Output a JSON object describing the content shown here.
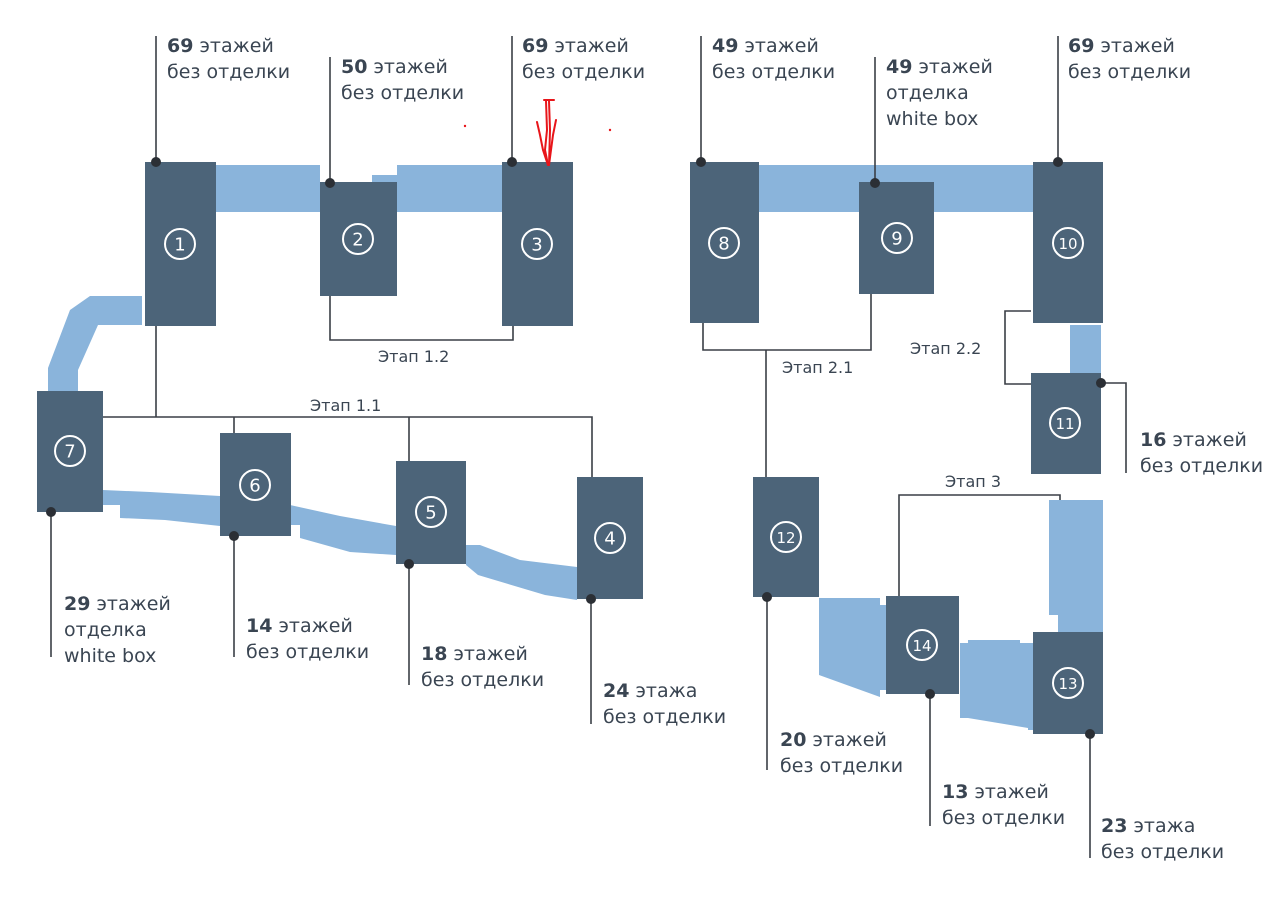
{
  "colors": {
    "building": "#4c6479",
    "walkway": "#8ab4db",
    "line": "#3a3f46",
    "text": "#3a4552",
    "annotation_red": "#e8151a"
  },
  "buildings": [
    {
      "id": "1",
      "floors": "69",
      "unit": "этажей",
      "finish": [
        "без отделки"
      ]
    },
    {
      "id": "2",
      "floors": "50",
      "unit": "этажей",
      "finish": [
        "без отделки"
      ]
    },
    {
      "id": "3",
      "floors": "69",
      "unit": "этажей",
      "finish": [
        "без отделки"
      ]
    },
    {
      "id": "4",
      "floors": "24",
      "unit": "этажа",
      "finish": [
        "без отделки"
      ]
    },
    {
      "id": "5",
      "floors": "18",
      "unit": "этажей",
      "finish": [
        "без отделки"
      ]
    },
    {
      "id": "6",
      "floors": "14",
      "unit": "этажей",
      "finish": [
        "без отделки"
      ]
    },
    {
      "id": "7",
      "floors": "29",
      "unit": "этажей",
      "finish": [
        "отделка",
        "white box"
      ]
    },
    {
      "id": "8",
      "floors": "49",
      "unit": "этажей",
      "finish": [
        "без отделки"
      ]
    },
    {
      "id": "9",
      "floors": "49",
      "unit": "этажей",
      "finish": [
        "отделка",
        "white box"
      ]
    },
    {
      "id": "10",
      "floors": "69",
      "unit": "этажей",
      "finish": [
        "без отделки"
      ]
    },
    {
      "id": "11",
      "floors": "16",
      "unit": "этажей",
      "finish": [
        "без отделки"
      ]
    },
    {
      "id": "12",
      "floors": "20",
      "unit": "этажей",
      "finish": [
        "без отделки"
      ]
    },
    {
      "id": "13",
      "floors": "23",
      "unit": "этажа",
      "finish": [
        "без отделки"
      ]
    },
    {
      "id": "14",
      "floors": "13",
      "unit": "этажей",
      "finish": [
        "без отделки"
      ]
    }
  ],
  "stages": [
    {
      "name": "Этап 1.1",
      "buildings": [
        "1",
        "4",
        "5",
        "6",
        "7"
      ]
    },
    {
      "name": "Этап 1.2",
      "buildings": [
        "2",
        "3"
      ]
    },
    {
      "name": "Этап 2.1",
      "buildings": [
        "8",
        "9",
        "12"
      ]
    },
    {
      "name": "Этап 2.2",
      "buildings": [
        "10",
        "11"
      ]
    },
    {
      "name": "Этап 3",
      "buildings": [
        "13",
        "14"
      ]
    }
  ],
  "annotation": {
    "type": "hand-drawn-arrow",
    "target_building": "3",
    "color": "#e8151a"
  }
}
